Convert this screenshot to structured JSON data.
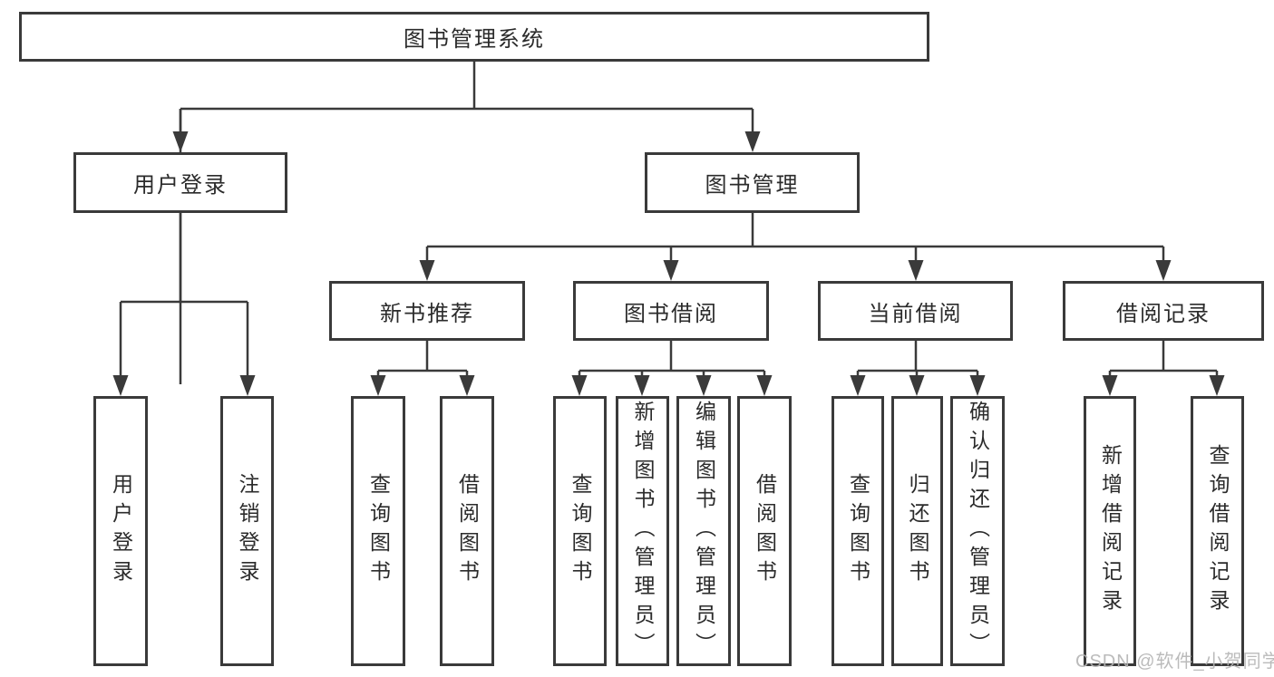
{
  "diagram": {
    "title": "图书管理系统",
    "nodes": {
      "root": "图书管理系统",
      "user_login": "用户登录",
      "book_mgmt": "图书管理",
      "new_books": "新书推荐",
      "book_borrow": "图书借阅",
      "current_borrow": "当前借阅",
      "borrow_records": "借阅记录",
      "leaf_user_login": "用户登录",
      "leaf_logout": "注销登录",
      "leaf_nb_query": "查询图书",
      "leaf_nb_borrow": "借阅图书",
      "leaf_bb_query": "查询图书",
      "leaf_bb_add": "新增图书（管理员）",
      "leaf_bb_edit": "编辑图书（管理员）",
      "leaf_bb_borrow": "借阅图书",
      "leaf_cb_query": "查询图书",
      "leaf_cb_return": "归还图书",
      "leaf_cb_confirm": "确认归还（管理员）",
      "leaf_br_add": "新增借阅记录",
      "leaf_br_query": "查询借阅记录"
    },
    "structure": {
      "root_children": [
        "用户登录",
        "图书管理"
      ],
      "user_login_children": [
        "用户登录",
        "注销登录"
      ],
      "book_mgmt_children": [
        "新书推荐",
        "图书借阅",
        "当前借阅",
        "借阅记录"
      ],
      "new_books_children": [
        "查询图书",
        "借阅图书"
      ],
      "book_borrow_children": [
        "查询图书",
        "新增图书（管理员）",
        "编辑图书（管理员）",
        "借阅图书"
      ],
      "current_borrow_children": [
        "查询图书",
        "归还图书",
        "确认归还（管理员）"
      ],
      "borrow_records_children": [
        "新增借阅记录",
        "查询借阅记录"
      ]
    },
    "colors": {
      "line": "#3a3a3a",
      "box_border": "#3a3a3a",
      "box_background": "#ffffff",
      "text": "#2b2b2b",
      "watermark": "#b4b4b4",
      "page_background": "#ffffff"
    }
  },
  "watermark": {
    "text": "CSDN @软件_小贺同学"
  }
}
